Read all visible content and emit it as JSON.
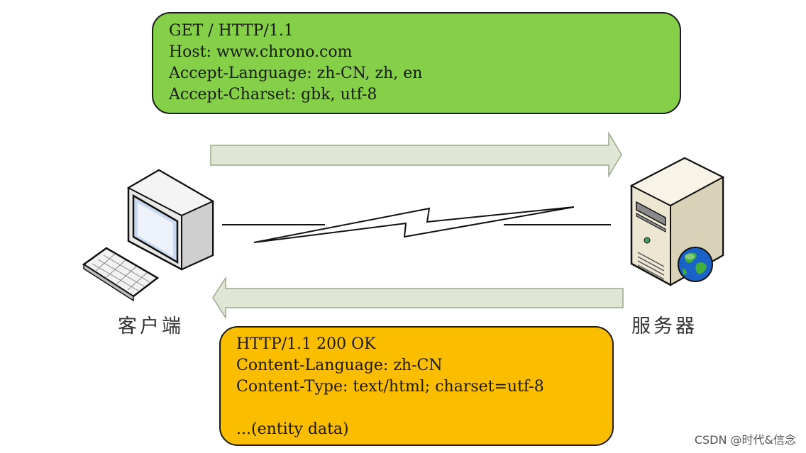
{
  "request": {
    "lines": [
      "GET / HTTP/1.1",
      "Host: www.chrono.com",
      "Accept-Language: zh-CN, zh, en",
      "Accept-Charset: gbk, utf-8"
    ]
  },
  "response": {
    "lines": [
      "HTTP/1.1 200 OK",
      "Content-Language: zh-CN",
      "Content-Type: text/html; charset=utf-8",
      "",
      "...(entity data)"
    ]
  },
  "client": {
    "label": "客户端",
    "icon": "computer-icon"
  },
  "server": {
    "label": "服务器",
    "icon": "server-icon"
  },
  "watermark": "CSDN @时代&信念",
  "colors": {
    "request_box": "#86cf49",
    "response_box": "#fbbd00",
    "arrow_fill": "#dfe7d4",
    "outline": "#1a1a1a"
  }
}
